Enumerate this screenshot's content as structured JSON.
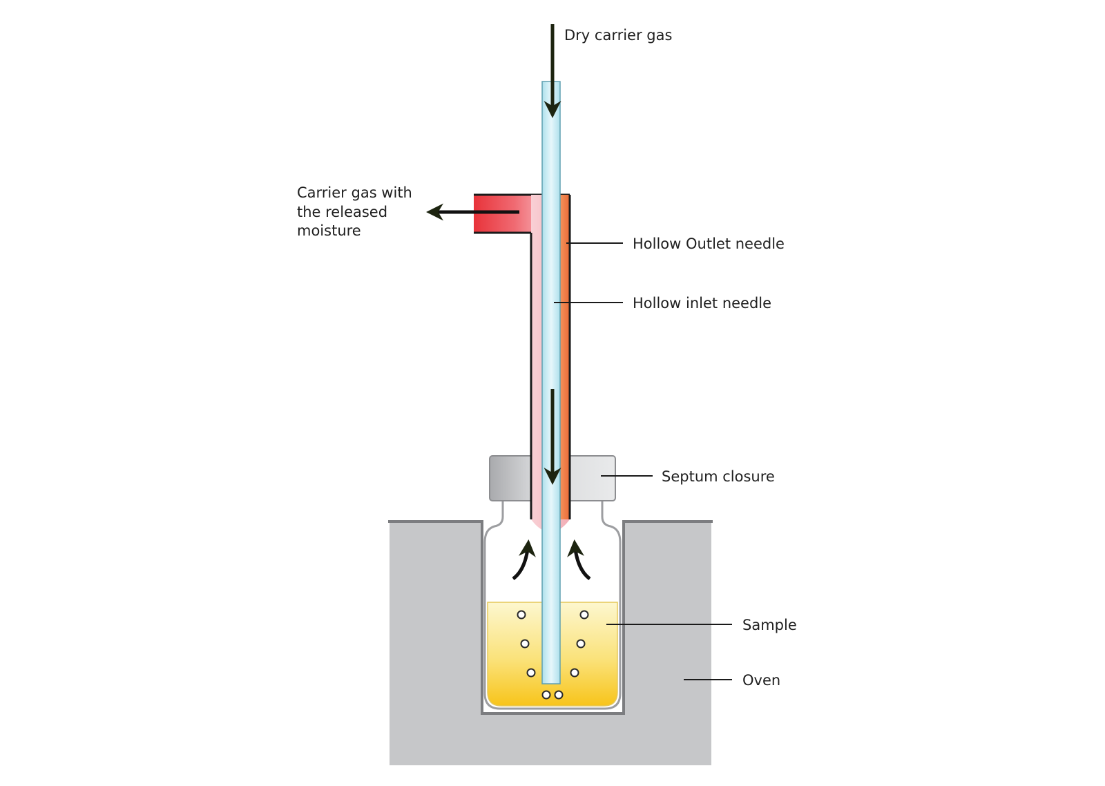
{
  "labels": {
    "dry_carrier_gas": "Dry carrier gas",
    "carrier_gas_released": [
      "Carrier gas with",
      "the released",
      "moisture"
    ],
    "hollow_outlet_needle": "Hollow Outlet needle",
    "hollow_inlet_needle": "Hollow inlet needle",
    "septum_closure": "Septum closure",
    "sample": "Sample",
    "oven": "Oven"
  },
  "colors": {
    "oven": "#c6c7c9",
    "oven_edge": "#7c7d80",
    "outlet_needle_left": "#f7c5cc",
    "outlet_needle_right": "#ee7a45",
    "outlet_port": "#e8353c",
    "inlet_needle": "#c9ecf4",
    "septum": "#d3d4d6",
    "sample_top": "#fbf4c0",
    "sample_bottom": "#f8c81b",
    "arrow": "#1d2410"
  }
}
